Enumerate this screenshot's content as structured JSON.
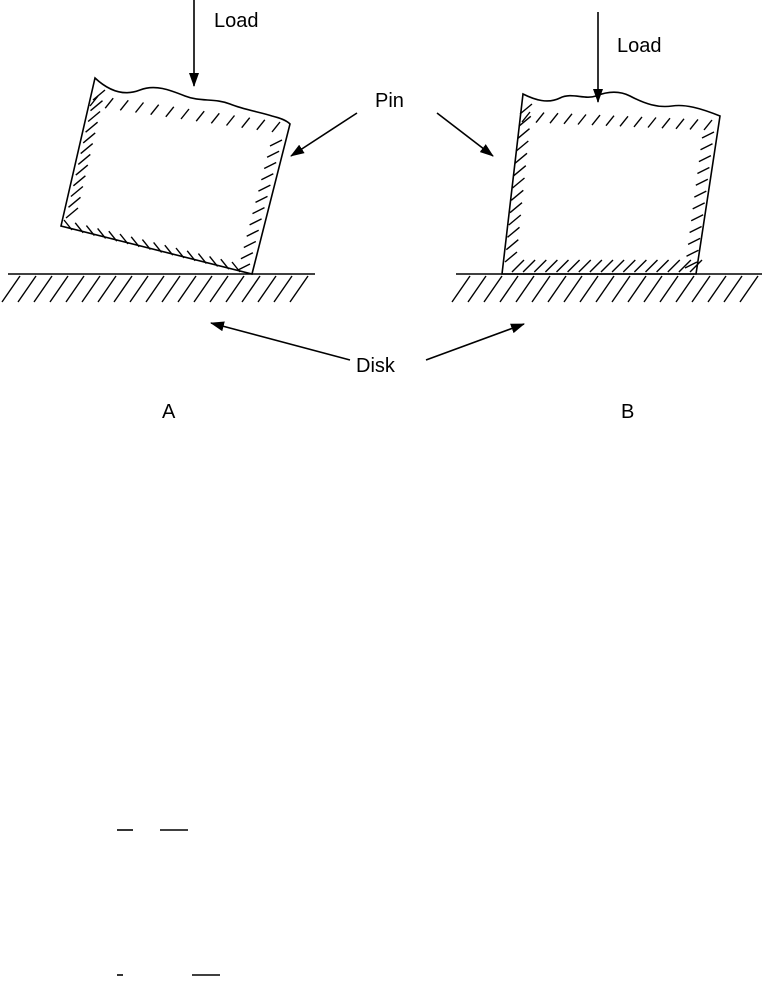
{
  "diagram": {
    "labels": {
      "load_a": "Load",
      "load_b": "Load",
      "pin": "Pin",
      "disk": "Disk",
      "panel_a": "A",
      "panel_b": "B"
    },
    "colors": {
      "ink": "#000000",
      "background": "#ffffff"
    }
  }
}
